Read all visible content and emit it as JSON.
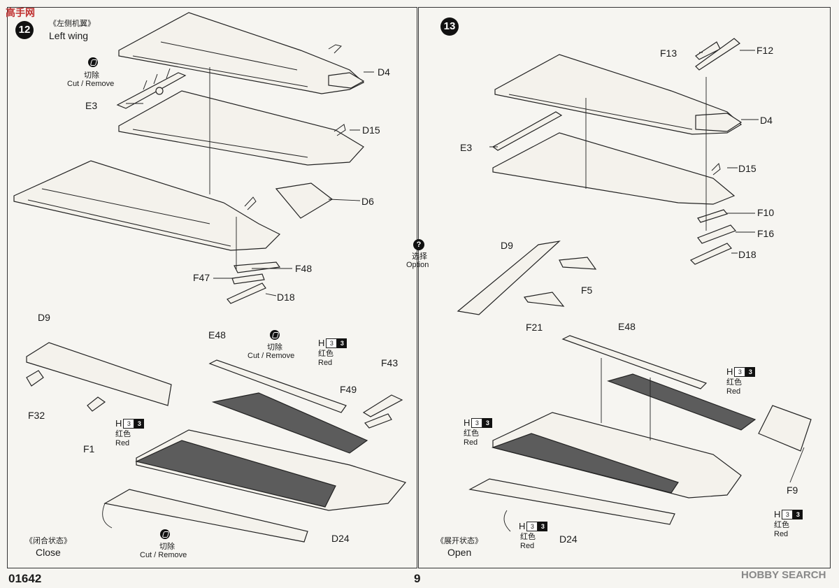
{
  "step12": {
    "number": "12",
    "title_cn": "《左侧机翼》",
    "title_en": "Left wing"
  },
  "step13": {
    "number": "13"
  },
  "option": {
    "cn": "选择",
    "en": "Option"
  },
  "cut": {
    "cn": "切除",
    "en": "Cut / Remove"
  },
  "paint": {
    "letter": "H",
    "num": "3",
    "code": "3",
    "cn": "红色",
    "en": "Red"
  },
  "state_close": {
    "cn": "《闭合状态》",
    "en": "Close"
  },
  "state_open": {
    "cn": "《展开状态》",
    "en": "Open"
  },
  "parts_left": [
    "D4",
    "E3",
    "D15",
    "D6",
    "F48",
    "F47",
    "D18",
    "D9",
    "E48",
    "F43",
    "F49",
    "F32",
    "F1",
    "D24"
  ],
  "parts_right": [
    "F13",
    "F12",
    "D4",
    "E3",
    "D15",
    "F10",
    "F16",
    "D18",
    "D9",
    "F5",
    "F21",
    "E48",
    "F9",
    "D24"
  ],
  "footer": {
    "code": "01642",
    "page": "9",
    "watermark": "HOBBY SEARCH",
    "logo_text": "高手网"
  }
}
